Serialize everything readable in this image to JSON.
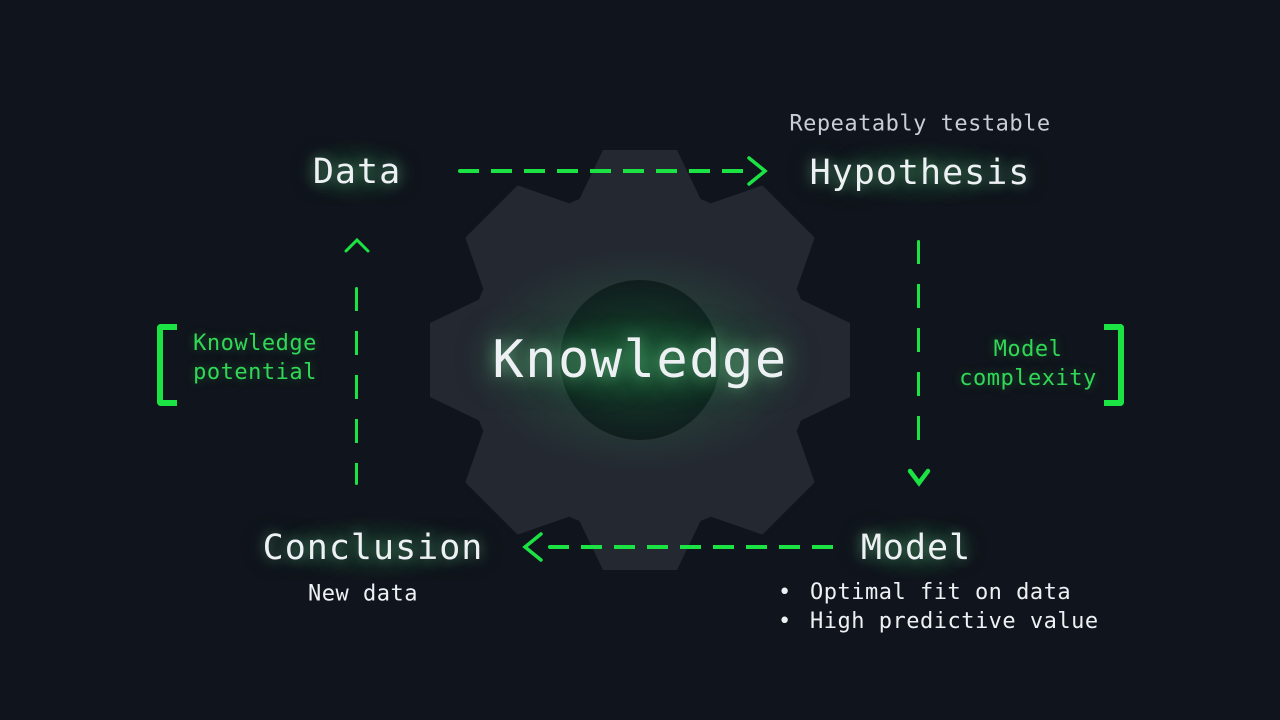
{
  "colors": {
    "background": "#10141c",
    "accent_green": "#1ce344",
    "green_text": "#31d856",
    "white_text": "#eef1f4",
    "muted_text": "#c9ced6",
    "gear": "#242831",
    "gear_hole": "#0d1119"
  },
  "center": {
    "label": "Knowledge",
    "icon": "gear-icon"
  },
  "nodes": {
    "data": {
      "label": "Data"
    },
    "hypothesis": {
      "label": "Hypothesis",
      "note": "Repeatably testable"
    },
    "model": {
      "label": "Model",
      "bullet_glyph": "•",
      "bullets": [
        "Optimal fit on data",
        "High predictive value"
      ]
    },
    "conclusion": {
      "label": "Conclusion",
      "note": "New data"
    }
  },
  "side_labels": {
    "left": {
      "line1": "Knowledge",
      "line2": "potential"
    },
    "right": {
      "line1": "Model",
      "line2": "complexity"
    }
  }
}
